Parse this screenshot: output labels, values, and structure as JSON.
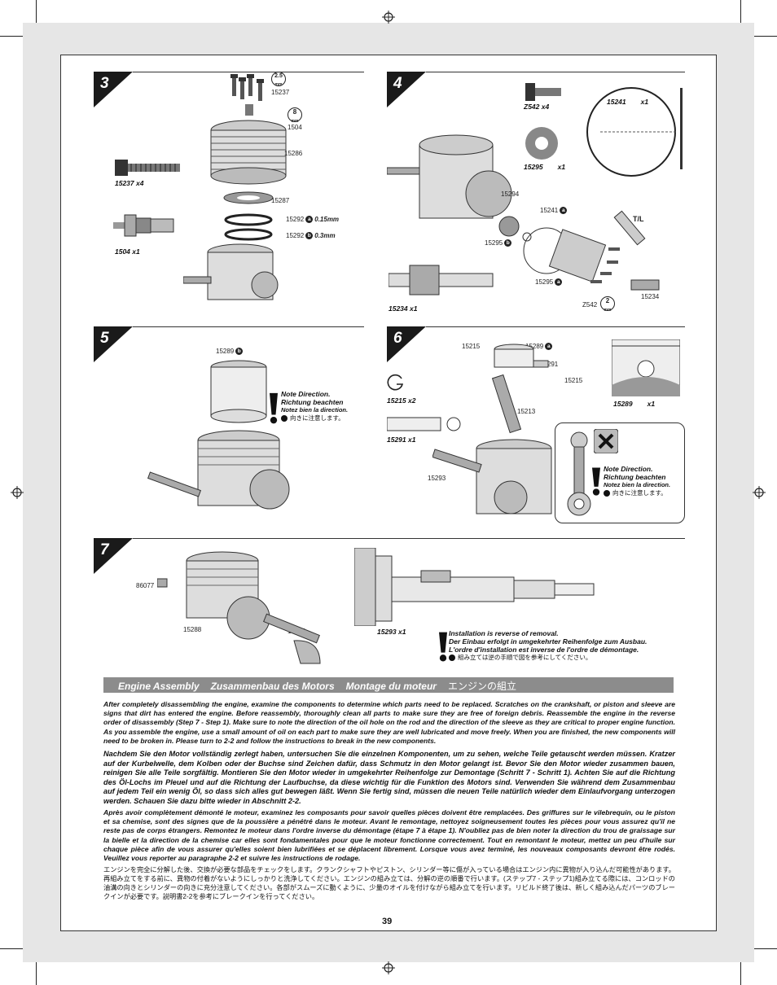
{
  "steps": [
    {
      "number": "3",
      "labels": {
        "part_a": "15237",
        "wrench_a": "2.5",
        "wrench_unit": "mm",
        "part_b": "1504",
        "wrench_b": "8",
        "head": "15286",
        "gasket": "15287",
        "shim_a": "15292",
        "shim_a_spec": "0.15mm",
        "shim_b": "15292",
        "shim_b_spec": "0.3mm",
        "screw_qty": "15237  x4",
        "plug_qty": "1504  x1"
      }
    },
    {
      "number": "4",
      "labels": {
        "screw_qty": "Z542  x4",
        "washer_qty": "15295",
        "washer_x": "x1",
        "oring_qty": "15241",
        "oring_x": "x1",
        "p1": "15294",
        "p2": "15241",
        "p3": "15295",
        "p4": "15295",
        "p5": "Z542",
        "p5_wrench": "2",
        "p6": "15234",
        "nut_qty": "15234  x1",
        "tube_label": "T/L"
      }
    },
    {
      "number": "5",
      "labels": {
        "sleeve": "15289"
      }
    },
    {
      "number": "6",
      "labels": {
        "clip_a": "15215",
        "piston": "15289",
        "pin": "15291",
        "clip_b": "15215",
        "rod": "15213",
        "crank": "15293",
        "clip_qty": "15215  x2",
        "pin_qty": "15291  x1",
        "piston_qty": "15289",
        "piston_x": "x1"
      }
    },
    {
      "number": "7",
      "labels": {
        "p1": "86077",
        "p2": "15288",
        "p3": "15293",
        "crank_qty": "15293  x1"
      }
    }
  ],
  "letters": {
    "a": "a",
    "b": "b"
  },
  "note_direction": {
    "en": "Note Direction.",
    "de": "Richtung beachten",
    "fr": "Notez bien la direction.",
    "jp": "向きに注意します。"
  },
  "note_reverse": {
    "en": "Installation is reverse of removal.",
    "de": "Der Einbau erfolgt in umgekehrter Reihenfolge zum Ausbau.",
    "fr": "L'ordre d'installation est inverse de l'ordre de démontage.",
    "jp": "組み立ては逆の手順で図を参考にしてください。"
  },
  "section": {
    "en": "Engine Assembly",
    "de": "Zusammenbau des Motors",
    "fr": "Montage du moteur",
    "jp": "エンジンの組立"
  },
  "text": {
    "en": "After completely disassembling the engine, examine the components to determine which parts need to be replaced. Scratches on the crankshaft, or piston and sleeve are signs that dirt has entered the engine. Before reassembly, thoroughly clean all parts to make sure they are free of foreign debris. Reassemble the engine in the reverse order of disassembly (Step 7 - Step 1). Make sure to note the direction of the oil hole on the rod and the direction of the sleeve as they are critical to proper engine function. As you assemble the engine, use a small amount of oil on each part to make sure they are well lubricated and move freely. When you are finished, the new components will need to be broken in. Please turn to 2-2 and follow the instructions to break in the new components.",
    "de": "Nachdem Sie den Motor vollständig zerlegt haben, untersuchen Sie die einzelnen Komponenten, um zu sehen, welche Teile getauscht werden müssen. Kratzer auf der Kurbelwelle, dem Kolben oder der Buchse sind Zeichen dafür, dass Schmutz in den Motor gelangt ist. Bevor Sie den Motor wieder zusammen bauen, reinigen Sie alle Teile sorgfältig. Montieren Sie den Motor wieder in umgekehrter Reihenfolge zur Demontage (Schritt 7 - Schritt 1). Achten Sie auf die Richtung des Öl-Lochs im Pleuel und auf die Richtung der Laufbuchse, da diese wichtig für die Funktion des Motors sind. Verwenden Sie während dem Zusammenbau auf jedem Teil ein wenig Öl, so dass sich alles gut bewegen läßt. Wenn Sie fertig sind, müssen die neuen Teile natürlich wieder dem Einlaufvorgang unterzogen werden. Schauen Sie dazu bitte wieder in Abschnitt 2-2.",
    "fr": "Après avoir complètement démonté le moteur, examinez les composants pour savoir quelles pièces doivent être remplacées. Des griffures sur le vilebrequin, ou le piston et sa chemise, sont des signes que de la poussière a pénétré dans le moteur. Avant le remontage, nettoyez soigneusement toutes les pièces pour vous assurez qu'il ne reste pas de corps étrangers. Remontez le moteur dans l'ordre inverse du démontage (étape 7 à étape 1). N'oubliez pas de bien noter la direction du trou de graissage sur la bielle et la direction de la chemise car elles sont fondamentales pour que le moteur fonctionne correctement. Tout en remontant le moteur, mettez un peu d'huile sur chaque pièce afin de vous assurer qu'elles soient bien lubrifiées et se déplacent librement. Lorsque vous avez terminé, les nouveaux composants devront être rodés. Veuillez vous reporter au paragraphe 2-2 et suivre les instructions de rodage.",
    "jp": "エンジンを完全に分解した後、交換が必要な部品をチェックをします。クランクシャフトやピストン、シリンダー等に傷が入っている場合はエンジン内に異物が入り込んだ可能性があります。再組み立てをする前に、異物の付着がないようにしっかりと洗浄してください。エンジンの組み立ては、分解の逆の順番で行います。(ステップ7 - ステップ1)組み立てる際には、コンロッドの油溝の向きとシリンダーの向きに充分注意してください。各部がスムーズに動くように、少量のオイルを付けながら組み立てを行います。リビルド終了後は、新しく組み込んだパーツのブレークインが必要です。説明書2-2を参考にブレークインを行ってください。"
  },
  "page_number": "39",
  "colors": {
    "accent_gray": "#8c8c8c",
    "bleed": "#e6e6e6"
  }
}
